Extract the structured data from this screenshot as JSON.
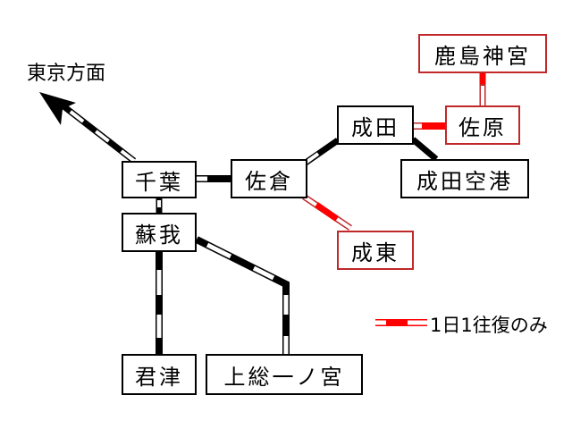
{
  "direction_label": "東京方面",
  "stations": {
    "chiba": "千葉",
    "sakura": "佐倉",
    "soga": "蘇我",
    "narita": "成田",
    "sawara": "佐原",
    "kashimajingu": "鹿島神宮",
    "narita_airport": "成田空港",
    "naruto": "成東",
    "kimitsu": "君津",
    "kazusa_ichinomiya": "上総一ノ宮"
  },
  "legend": {
    "label": "1日1往復のみ"
  },
  "colors": {
    "normal_line": "#000000",
    "limited_line": "#ff0000",
    "limited_border": "#c0282a"
  }
}
